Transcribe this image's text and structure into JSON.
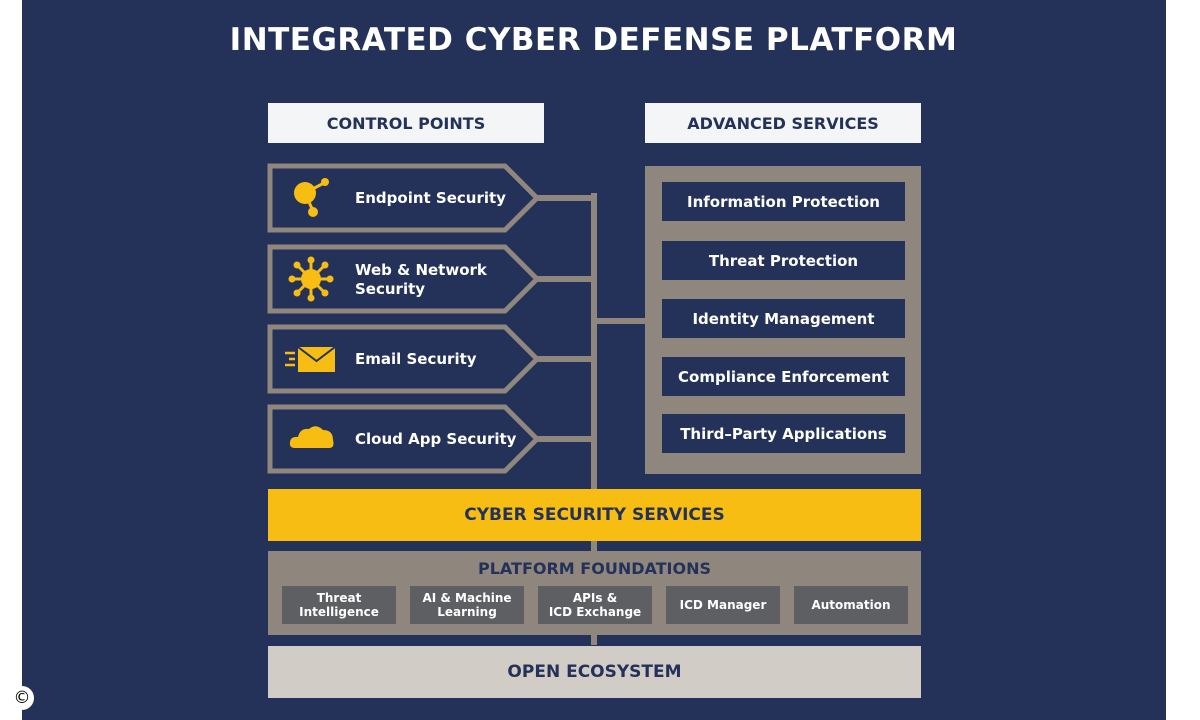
{
  "title": "INTEGRATED CYBER DEFENSE PLATFORM",
  "control_points": {
    "header": "CONTROL POINTS",
    "items": [
      {
        "label": "Endpoint Security",
        "icon": "endpoint-node-icon"
      },
      {
        "label": "Web & Network\nSecurity",
        "icon": "network-hub-icon"
      },
      {
        "label": "Email Security",
        "icon": "envelope-icon"
      },
      {
        "label": "Cloud App Security",
        "icon": "cloud-icon"
      }
    ]
  },
  "advanced_services": {
    "header": "ADVANCED SERVICES",
    "items": [
      "Information Protection",
      "Threat Protection",
      "Identity Management",
      "Compliance Enforcement",
      "Third–Party Applications"
    ]
  },
  "cyber_security_services": "CYBER SECURITY SERVICES",
  "platform_foundations": {
    "title": "PLATFORM FOUNDATIONS",
    "items": [
      "Threat\nIntelligence",
      "AI & Machine\nLearning",
      "APIs &\nICD Exchange",
      "ICD Manager",
      "Automation"
    ]
  },
  "open_ecosystem": "OPEN ECOSYSTEM",
  "copyright": "©",
  "colors": {
    "navy": "#24325a",
    "yellow": "#f7bd13",
    "taupe": "#8f877e",
    "light_gray": "#d2ccc6",
    "dark_gray": "#5e5f63"
  }
}
